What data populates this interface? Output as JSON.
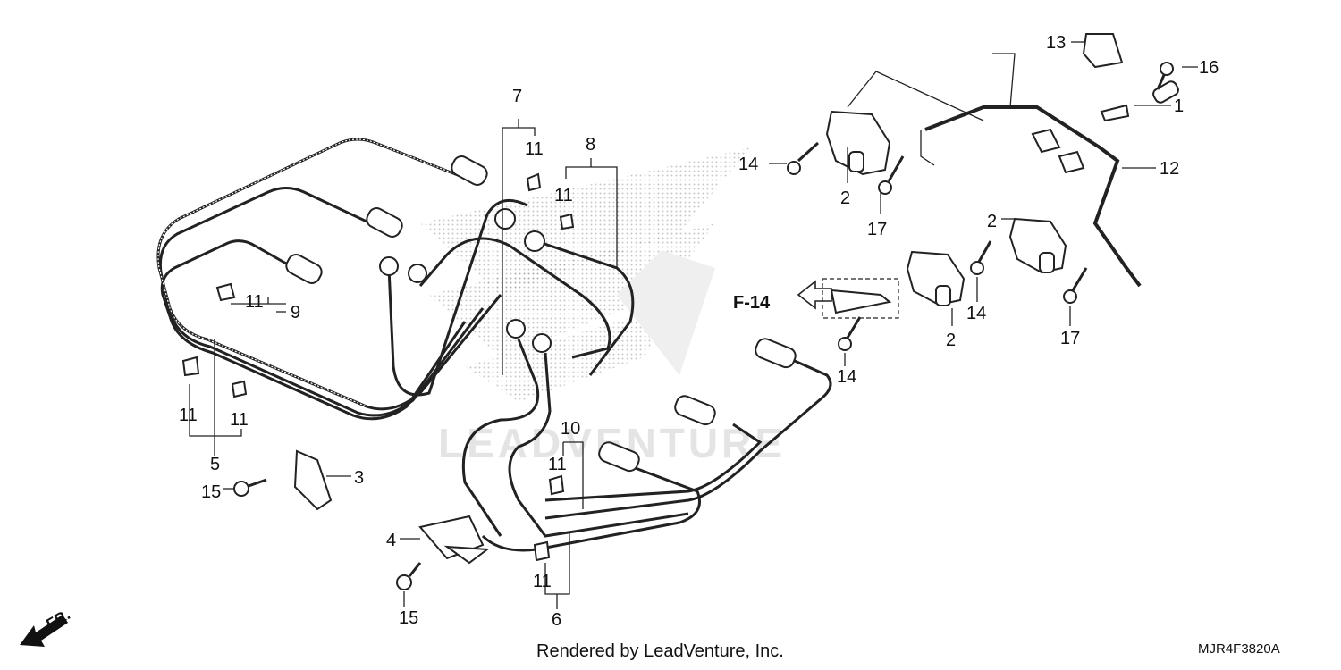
{
  "diagram": {
    "watermark": "LEADVENTURE",
    "footer": "Rendered by LeadVenture, Inc.",
    "part_code": "MJR4F3820A",
    "direction_label": "FR.",
    "reference_label": "F-14",
    "callouts": {
      "c1": "1",
      "c2a": "2",
      "c2b": "2",
      "c2c": "2",
      "c3": "3",
      "c4": "4",
      "c5": "5",
      "c6": "6",
      "c7": "7",
      "c8": "8",
      "c9": "9",
      "c10": "10",
      "c11a": "11",
      "c11b": "11",
      "c11c": "11",
      "c11d": "11",
      "c11e": "11",
      "c11f": "11",
      "c11g": "11",
      "c12": "12",
      "c13": "13",
      "c14a": "14",
      "c14b": "14",
      "c14c": "14",
      "c15a": "15",
      "c15b": "15",
      "c16": "16",
      "c17a": "17",
      "c17b": "17"
    }
  }
}
